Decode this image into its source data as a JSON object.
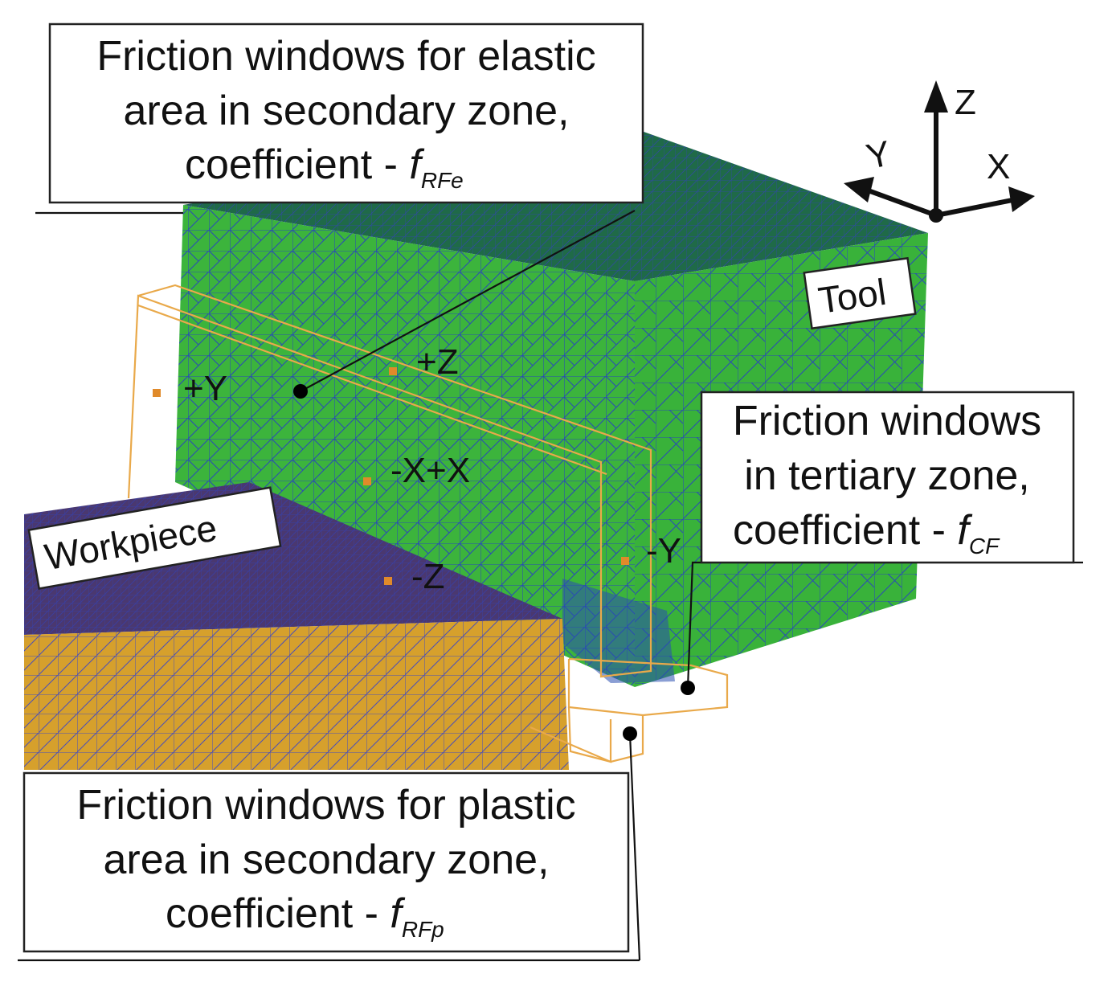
{
  "axes": {
    "z": "Z",
    "y": "Y",
    "x": "X"
  },
  "labels": {
    "tool": "Tool",
    "workpiece": "Workpiece"
  },
  "face_labels": {
    "plus_y": "+Y",
    "plus_z": "+Z",
    "minus_x_plus_x": "-X+X",
    "minus_y": "-Y",
    "minus_z": "-Z"
  },
  "callouts": {
    "elastic": {
      "line1": "Friction windows for elastic",
      "line2": "area in secondary zone,",
      "line3": "coefficient - ",
      "symbol": "f",
      "subscript": "RFe"
    },
    "tertiary": {
      "line1": "Friction windows",
      "line2": "in tertiary zone,",
      "line3": "coefficient - ",
      "symbol": "f",
      "subscript": "CF"
    },
    "plastic": {
      "line1": "Friction windows for plastic",
      "line2": "area in secondary zone,",
      "line3": "coefficient - ",
      "symbol": "f",
      "subscript": "RFp"
    }
  },
  "colors": {
    "tool_front": "#3bb53b",
    "tool_side": "#35a835",
    "tool_top": "#1f6a48",
    "mesh_line": "#2a4fb0",
    "workpiece_top": "#4a3870",
    "workpiece_front": "#d7a12c",
    "wireframe": "#e9a94a"
  }
}
